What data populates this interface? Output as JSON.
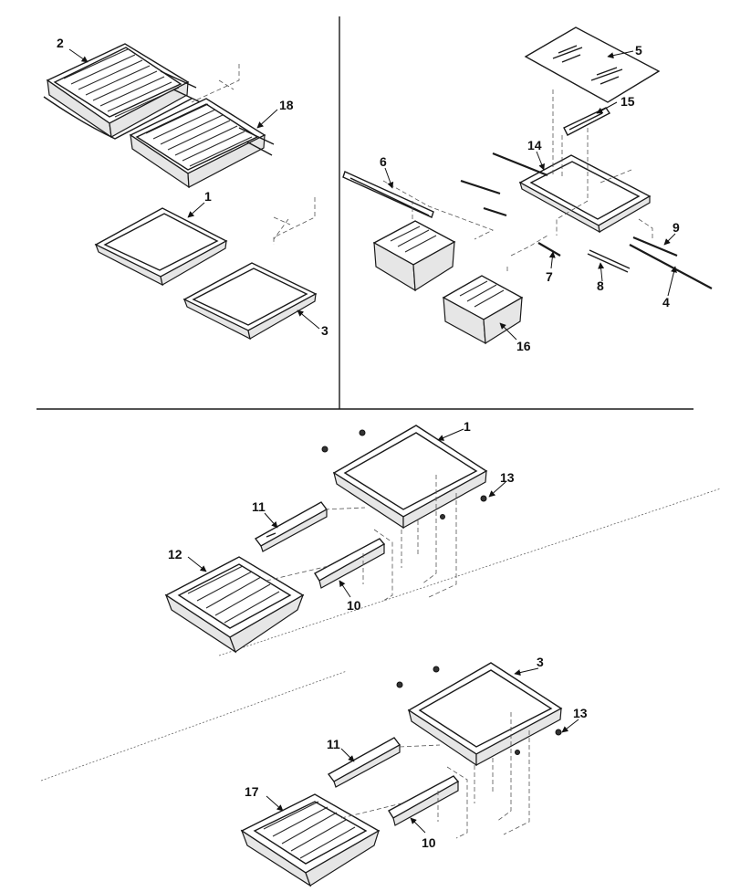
{
  "callouts": [
    {
      "id": "c2a",
      "label": "2"
    },
    {
      "id": "c18",
      "label": "18"
    },
    {
      "id": "c1a",
      "label": "1"
    },
    {
      "id": "c3a",
      "label": "3"
    },
    {
      "id": "c5",
      "label": "5"
    },
    {
      "id": "c15",
      "label": "15"
    },
    {
      "id": "c14",
      "label": "14"
    },
    {
      "id": "c6",
      "label": "6"
    },
    {
      "id": "c9",
      "label": "9"
    },
    {
      "id": "c7",
      "label": "7"
    },
    {
      "id": "c8",
      "label": "8"
    },
    {
      "id": "c4",
      "label": "4"
    },
    {
      "id": "c16",
      "label": "16"
    },
    {
      "id": "c1b",
      "label": "1"
    },
    {
      "id": "c13a",
      "label": "13"
    },
    {
      "id": "c11a",
      "label": "11"
    },
    {
      "id": "c12",
      "label": "12"
    },
    {
      "id": "c10a",
      "label": "10"
    },
    {
      "id": "c3b",
      "label": "3"
    },
    {
      "id": "c13b",
      "label": "13"
    },
    {
      "id": "c11b",
      "label": "11"
    },
    {
      "id": "c17",
      "label": "17"
    },
    {
      "id": "c10b",
      "label": "10"
    }
  ],
  "icons": [
    "shelf-icon",
    "crisper-drawer-icon",
    "slide-rail-icon",
    "glass-panel-icon",
    "screw-icon"
  ],
  "colors": {
    "ink": "#1a1a1a",
    "paper": "#ffffff"
  }
}
